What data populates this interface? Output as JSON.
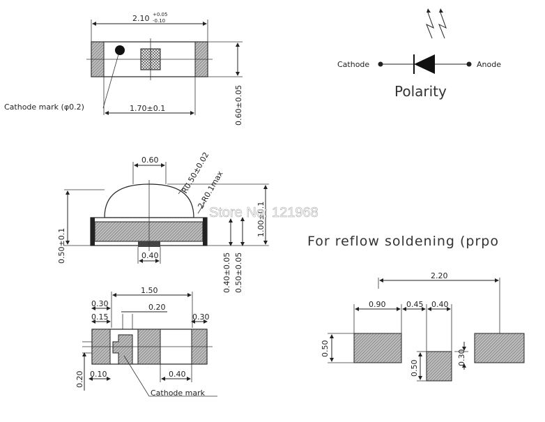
{
  "top_view": {
    "width_label": "2.10",
    "width_tol_plus": "+0.05",
    "width_tol_minus": "-0.10",
    "inner_width_label": "1.70±0.1",
    "height_label": "0.60±0.05",
    "cathode_mark_label": "Cathode mark (φ0.2)"
  },
  "polarity": {
    "cathode_label": "Cathode",
    "anode_label": "Anode",
    "title": "Polarity"
  },
  "side_view": {
    "lens_width": "0.60",
    "radius_label": "R0.50±0.02",
    "corner_label": "2-R0.1max",
    "total_height": "1.00±0.1",
    "body_height": "0.50±0.1",
    "pad_width": "0.40",
    "pad_h1": "0.40±0.05",
    "pad_h2": "0.50±0.05"
  },
  "watermark": "Store No: 121968",
  "reflow_title": "For reflow soldening (prpo",
  "bottom_view": {
    "overall": "1.50",
    "left_030": "0.30",
    "left_015": "0.15",
    "center_020": "0.20",
    "right_030": "0.30",
    "height_020": "0.20",
    "left_010": "0.10",
    "pad_040": "0.40",
    "cathode_mark_label": "Cathode mark"
  },
  "footprint": {
    "overall": "2.20",
    "pad_w": "0.90",
    "gap": "0.45",
    "small_w": "0.40",
    "pad_h": "0.50",
    "small_h": "0.50",
    "offset": "0.30"
  }
}
